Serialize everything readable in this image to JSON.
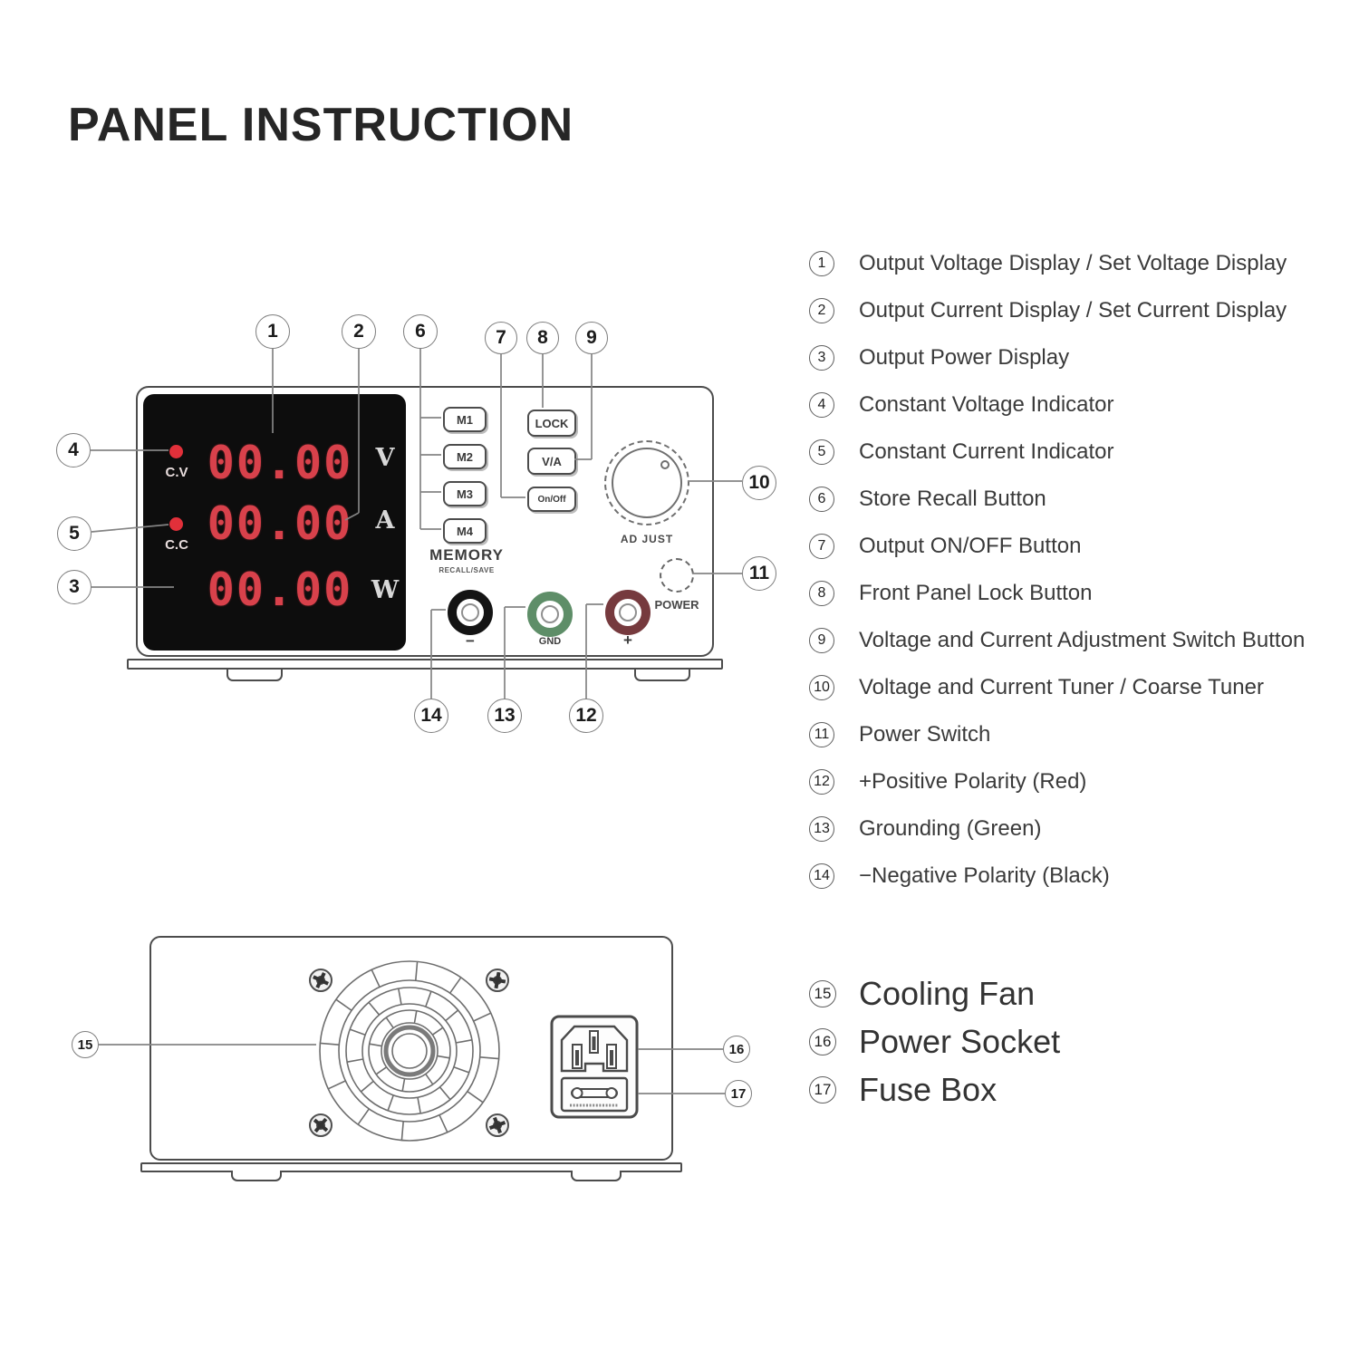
{
  "title": "PANEL INSTRUCTION",
  "front_panel": {
    "display": {
      "cv_label": "C.V",
      "cc_label": "C.C",
      "rows": [
        {
          "value": "00.00",
          "unit": "V"
        },
        {
          "value": "00.00",
          "unit": "A"
        },
        {
          "value": "00.00",
          "unit": "W"
        }
      ]
    },
    "memory_buttons": [
      {
        "label": "M1"
      },
      {
        "label": "M2"
      },
      {
        "label": "M3"
      },
      {
        "label": "M4"
      }
    ],
    "memory_label": "MEMORY",
    "memory_sublabel": "RECALL/SAVE",
    "lock_button": "LOCK",
    "va_button": "V/A",
    "onoff_button": "On/Off",
    "adjust_label": "AD JUST",
    "power_label": "POWER",
    "terminals": [
      {
        "name": "negative",
        "label": "−",
        "color": "#141414"
      },
      {
        "name": "ground",
        "label": "GND",
        "color": "#5e8e68"
      },
      {
        "name": "positive",
        "label": "+",
        "color": "#763a3e"
      }
    ]
  },
  "callouts": [
    "1",
    "2",
    "3",
    "4",
    "5",
    "6",
    "7",
    "8",
    "9",
    "10",
    "11",
    "12",
    "13",
    "14",
    "15",
    "16",
    "17"
  ],
  "legend": {
    "items": [
      {
        "num": "1",
        "text": "Output Voltage Display / Set Voltage Display"
      },
      {
        "num": "2",
        "text": "Output Current Display / Set Current Display"
      },
      {
        "num": "3",
        "text": "Output Power Display"
      },
      {
        "num": "4",
        "text": "Constant Voltage Indicator"
      },
      {
        "num": "5",
        "text": "Constant Current Indicator"
      },
      {
        "num": "6",
        "text": "Store Recall Button"
      },
      {
        "num": "7",
        "text": "Output ON/OFF Button"
      },
      {
        "num": "8",
        "text": "Front Panel Lock Button"
      },
      {
        "num": "9",
        "text": "Voltage and Current Adjustment Switch Button"
      },
      {
        "num": "10",
        "text": "Voltage and Current Tuner / Coarse Tuner"
      },
      {
        "num": "11",
        "text": "Power Switch"
      },
      {
        "num": "12",
        "text": "+Positive Polarity (Red)"
      },
      {
        "num": "13",
        "text": "Grounding (Green)"
      },
      {
        "num": "14",
        "text": "−Negative Polarity (Black)"
      }
    ],
    "items_rear": [
      {
        "num": "15",
        "text": "Cooling Fan"
      },
      {
        "num": "16",
        "text": "Power Socket"
      },
      {
        "num": "17",
        "text": "Fuse Box"
      }
    ]
  },
  "colors": {
    "digit_red": "#d8414b",
    "indicator_red": "#e1303a",
    "terminal_negative": "#141414",
    "terminal_ground": "#5e8e68",
    "terminal_positive": "#763a3e"
  }
}
